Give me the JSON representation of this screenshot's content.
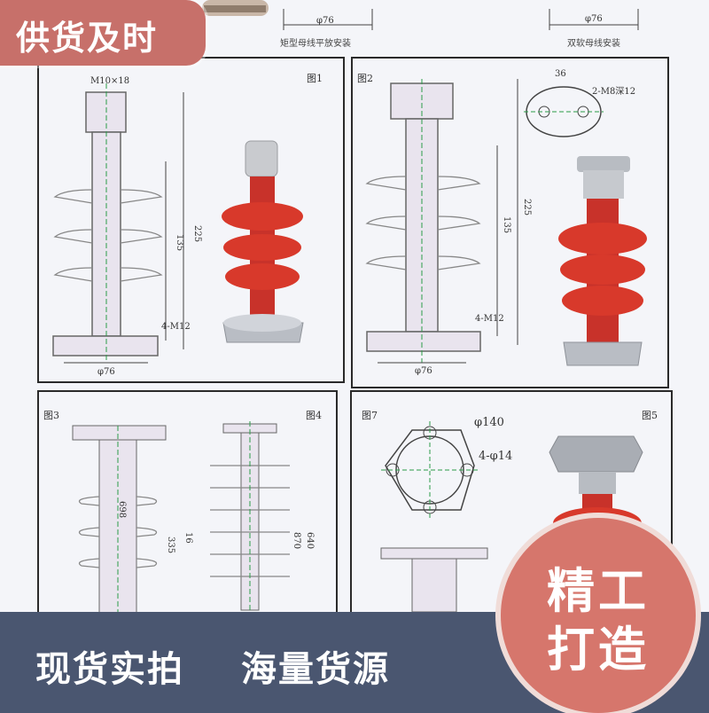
{
  "badge_top_left": "供货及时",
  "captions": {
    "top_left_caption": "矩型母线平放安装",
    "top_right_caption": "双软母线安装",
    "top_mid_dim": "φ76",
    "top_right_dim": "φ76"
  },
  "figures": {
    "fig1": {
      "label": "图1",
      "dims": {
        "top_thread": "M10×18",
        "total_height": "225",
        "inner_height": "135",
        "bolts": "4-M12",
        "base_dia": "φ76"
      }
    },
    "fig2": {
      "label": "图2",
      "dims": {
        "top_width": "36",
        "top_holes": "2-M8深12",
        "total_height": "225",
        "inner_height": "135",
        "bolts": "4-M12",
        "base_dia": "φ76"
      }
    },
    "fig3": {
      "label": "图3",
      "dims": {
        "h1": "698",
        "h2": "335"
      }
    },
    "fig4": {
      "label": "图4",
      "dims": {
        "h1": "16",
        "h2": "870",
        "h3": "640"
      }
    },
    "fig7": {
      "label": "图7",
      "dims": {
        "outer_dia": "φ140",
        "holes": "4-φ14"
      }
    },
    "fig5": {
      "label": "图5"
    }
  },
  "bottom_left_text_1": "现货实拍",
  "bottom_left_text_2": "海量货源",
  "circle_badge": {
    "line1": "精工",
    "line2": "打造"
  },
  "colors": {
    "background": "#4a5670",
    "sheet": "#f4f5f9",
    "insulator_red": "#d8392b",
    "badge_red": "#c7706a",
    "circle_badge": "#d6766c"
  }
}
